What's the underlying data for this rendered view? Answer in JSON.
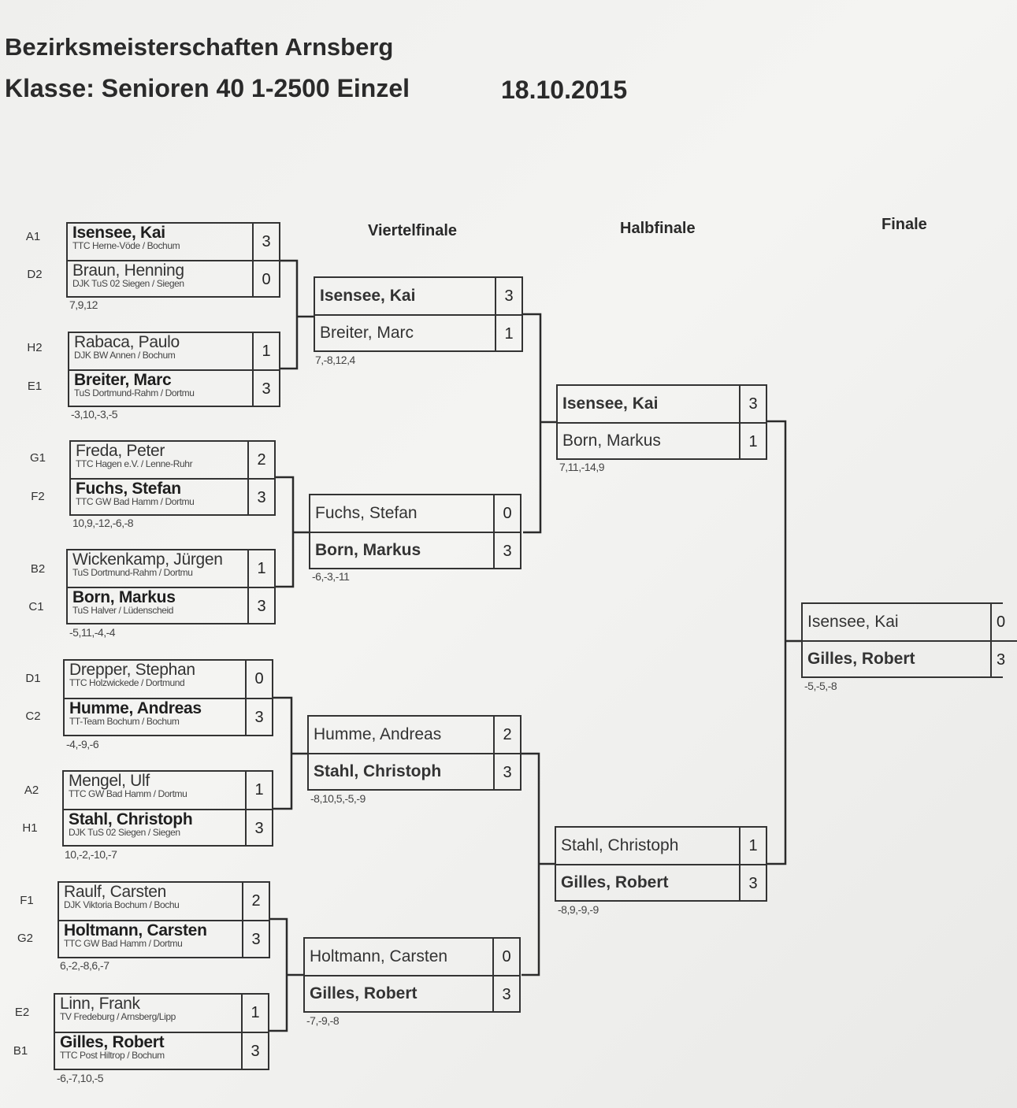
{
  "header": {
    "title": "Bezirksmeisterschaften Arnsberg",
    "class_line": "Klasse: Senioren 40 1-2500 Einzel",
    "date": "18.10.2015"
  },
  "rounds": {
    "qf": "Viertelfinale",
    "sf": "Halbfinale",
    "final": "Finale"
  },
  "first_round": [
    {
      "p1": {
        "seed": "A1",
        "name": "Isensee, Kai",
        "club": "TTC Herne-Vöde / Bochum",
        "score": "3",
        "winner": true
      },
      "p2": {
        "seed": "D2",
        "name": "Braun, Henning",
        "club": "DJK TuS 02 Siegen / Siegen",
        "score": "0",
        "winner": false
      },
      "sets": "7,9,12"
    },
    {
      "p1": {
        "seed": "H2",
        "name": "Rabaca, Paulo",
        "club": "DJK BW Annen / Bochum",
        "score": "1",
        "winner": false
      },
      "p2": {
        "seed": "E1",
        "name": "Breiter, Marc",
        "club": "TuS Dortmund-Rahm / Dortmu",
        "score": "3",
        "winner": true
      },
      "sets": "-3,10,-3,-5"
    },
    {
      "p1": {
        "seed": "G1",
        "name": "Freda, Peter",
        "club": "TTC Hagen e.V. / Lenne-Ruhr",
        "score": "2",
        "winner": false
      },
      "p2": {
        "seed": "F2",
        "name": "Fuchs, Stefan",
        "club": "TTC GW Bad Hamm / Dortmu",
        "score": "3",
        "winner": true
      },
      "sets": "10,9,-12,-6,-8"
    },
    {
      "p1": {
        "seed": "B2",
        "name": "Wickenkamp, Jürgen",
        "club": "TuS Dortmund-Rahm / Dortmu",
        "score": "1",
        "winner": false
      },
      "p2": {
        "seed": "C1",
        "name": "Born, Markus",
        "club": "TuS Halver / Lüdenscheid",
        "score": "3",
        "winner": true
      },
      "sets": "-5,11,-4,-4"
    },
    {
      "p1": {
        "seed": "D1",
        "name": "Drepper, Stephan",
        "club": "TTC Holzwickede / Dortmund",
        "score": "0",
        "winner": false
      },
      "p2": {
        "seed": "C2",
        "name": "Humme, Andreas",
        "club": "TT-Team Bochum / Bochum",
        "score": "3",
        "winner": true
      },
      "sets": "-4,-9,-6"
    },
    {
      "p1": {
        "seed": "A2",
        "name": "Mengel, Ulf",
        "club": "TTC GW Bad Hamm / Dortmu",
        "score": "1",
        "winner": false
      },
      "p2": {
        "seed": "H1",
        "name": "Stahl, Christoph",
        "club": "DJK TuS 02 Siegen / Siegen",
        "score": "3",
        "winner": true
      },
      "sets": "10,-2,-10,-7"
    },
    {
      "p1": {
        "seed": "F1",
        "name": "Raulf, Carsten",
        "club": "DJK Viktoria Bochum / Bochu",
        "score": "2",
        "winner": false
      },
      "p2": {
        "seed": "G2",
        "name": "Holtmann, Carsten",
        "club": "TTC GW Bad Hamm / Dortmu",
        "score": "3",
        "winner": true
      },
      "sets": "6,-2,-8,6,-7"
    },
    {
      "p1": {
        "seed": "E2",
        "name": "Linn, Frank",
        "club": "TV Fredeburg / Arnsberg/Lipp",
        "score": "1",
        "winner": false
      },
      "p2": {
        "seed": "B1",
        "name": "Gilles, Robert",
        "club": "TTC Post Hiltrop / Bochum",
        "score": "3",
        "winner": true
      },
      "sets": "-6,-7,10,-5"
    }
  ],
  "quarterfinals": [
    {
      "p1": {
        "name": "Isensee, Kai",
        "score": "3",
        "winner": true
      },
      "p2": {
        "name": "Breiter, Marc",
        "score": "1",
        "winner": false
      },
      "sets": "7,-8,12,4"
    },
    {
      "p1": {
        "name": "Fuchs, Stefan",
        "score": "0",
        "winner": false
      },
      "p2": {
        "name": "Born, Markus",
        "score": "3",
        "winner": true
      },
      "sets": "-6,-3,-11"
    },
    {
      "p1": {
        "name": "Humme, Andreas",
        "score": "2",
        "winner": false
      },
      "p2": {
        "name": "Stahl, Christoph",
        "score": "3",
        "winner": true
      },
      "sets": "-8,10,5,-5,-9"
    },
    {
      "p1": {
        "name": "Holtmann, Carsten",
        "score": "0",
        "winner": false
      },
      "p2": {
        "name": "Gilles, Robert",
        "score": "3",
        "winner": true
      },
      "sets": "-7,-9,-8"
    }
  ],
  "semifinals": [
    {
      "p1": {
        "name": "Isensee, Kai",
        "score": "3",
        "winner": true
      },
      "p2": {
        "name": "Born, Markus",
        "score": "1",
        "winner": false
      },
      "sets": "7,11,-14,9"
    },
    {
      "p1": {
        "name": "Stahl, Christoph",
        "score": "1",
        "winner": false
      },
      "p2": {
        "name": "Gilles, Robert",
        "score": "3",
        "winner": true
      },
      "sets": "-8,9,-9,-9"
    }
  ],
  "final": {
    "p1": {
      "name": "Isensee, Kai",
      "score": "0",
      "winner": false
    },
    "p2": {
      "name": "Gilles, Robert",
      "score": "3",
      "winner": true
    },
    "sets": "-5,-5,-8"
  }
}
